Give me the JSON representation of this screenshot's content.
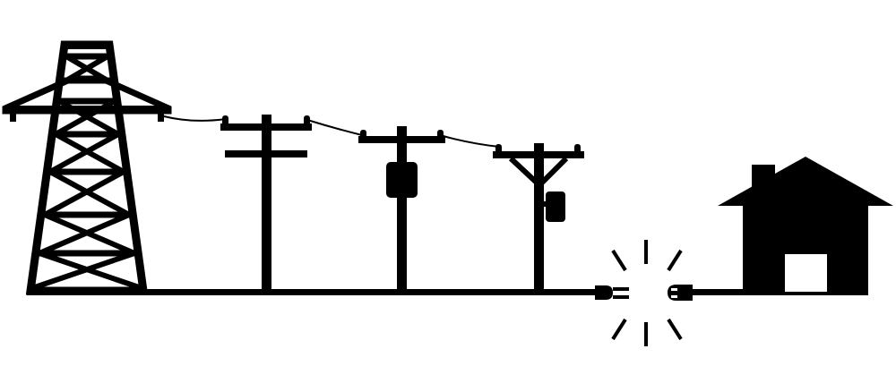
{
  "colors": {
    "ink": "#000000",
    "background": "#ffffff"
  },
  "elements": {
    "tower": "transmission-tower",
    "poles": [
      "crossarm-pole",
      "transformer-pole",
      "v-brace-transformer-pole"
    ],
    "plug": "plug-connector",
    "socket": "socket-connector",
    "spark": "disconnect-spark-icon",
    "house": "house-icon"
  }
}
